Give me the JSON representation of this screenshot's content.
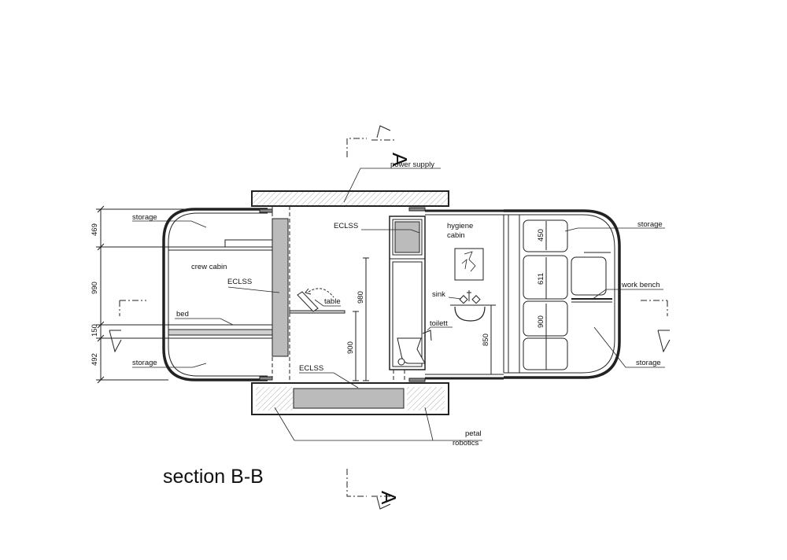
{
  "title": "section B-B",
  "section_marks": {
    "top": "A",
    "bottom": "A"
  },
  "labels": {
    "power_supply": "power supply",
    "storage_top_left": "storage",
    "crew_cabin": "crew cabin",
    "ecls_left": "ECLSS",
    "table": "table",
    "bed": "bed",
    "storage_bottom_left": "storage",
    "ecls_center": "ECLSS",
    "ecls_bottom": "ECLSS",
    "hygiene_line1": "hygiene",
    "hygiene_line2": "cabin",
    "sink": "sink",
    "toilett": "toilett",
    "storage_top_right": "storage",
    "work_bench": "work bench",
    "storage_bottom_right": "storage",
    "petal_line1": "petal",
    "petal_line2": "robotics"
  },
  "dimensions": {
    "left_469": "469",
    "left_990": "990",
    "left_150": "150",
    "left_492": "492",
    "table_980": "980",
    "table_900": "900",
    "sink_850": "850",
    "right_450": "450",
    "right_611": "611",
    "right_900": "900"
  }
}
